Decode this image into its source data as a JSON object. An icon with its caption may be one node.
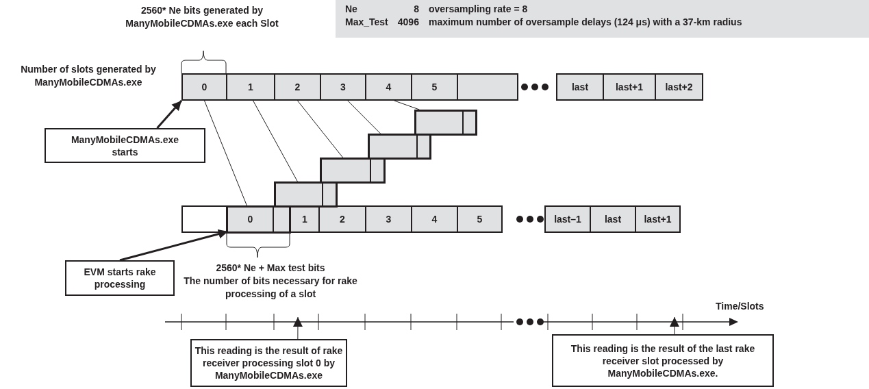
{
  "diagram": {
    "nodes": [
      {
        "text": [
          "Ne",
          "8",
          "oversampling rate = 8",
          "Max_Test",
          "4096",
          "maximum number of oversample delays (124 μs) with a 37-km radius"
        ]
      },
      {
        "text": [
          "0"
        ]
      },
      {
        "text": [
          "1"
        ]
      },
      {
        "text": [
          "2"
        ]
      },
      {
        "text": [
          "3"
        ]
      },
      {
        "text": [
          "4"
        ]
      },
      {
        "text": [
          "5"
        ]
      },
      {
        "text": [],
        "shape": "box"
      },
      {
        "text": [
          "last"
        ]
      },
      {
        "text": [
          "last+1"
        ]
      },
      {
        "text": [
          "last+2"
        ]
      },
      {
        "text": [
          "ManyMobileCDMAs.exe starts"
        ]
      },
      {
        "text": [],
        "shape": "box"
      },
      {
        "text": [],
        "shape": "box"
      },
      {
        "text": [],
        "shape": "box"
      },
      {
        "text": [],
        "shape": "box"
      },
      {
        "text": [],
        "shape": "box"
      },
      {
        "text": [],
        "shape": "box"
      },
      {
        "text": [
          "0"
        ],
        "in": 12
      },
      {
        "text": [
          "1"
        ]
      },
      {
        "text": [
          "2"
        ]
      },
      {
        "text": [
          "3"
        ]
      },
      {
        "text": [
          "4"
        ]
      },
      {
        "text": [
          "5"
        ]
      },
      {
        "text": [
          "last–1"
        ]
      },
      {
        "text": [
          "last"
        ]
      },
      {
        "text": [
          "last+1"
        ]
      },
      {
        "text": [
          "EVM starts rake processing"
        ]
      },
      {
        "text": [
          "This reading is the result of rake receiver processing slot 0 by ManyMobileCDMAs.exe"
        ]
      },
      {
        "text": [
          "This reading is the result of the last rake receiver slot processed by ManyMobileCDMAs.exe."
        ]
      }
    ],
    "edges": [
      {
        "from": 11,
        "to": 1,
        "arrow": "to",
        "style": "thick"
      },
      {
        "from": 1,
        "to": 12,
        "arrow": "none"
      },
      {
        "from": 2,
        "to": 13,
        "arrow": "none"
      },
      {
        "from": 3,
        "to": 14,
        "arrow": "none"
      },
      {
        "from": 4,
        "to": 15,
        "arrow": "none"
      },
      {
        "from": 5,
        "to": 16,
        "arrow": "none"
      },
      {
        "from": 27,
        "to": 18,
        "arrow": "to",
        "style": "thick"
      },
      {
        "from": 28,
        "to": null,
        "arrow": "to"
      },
      {
        "from": 29,
        "to": null,
        "arrow": "to"
      }
    ],
    "labels": [
      "2560* Ne bits generated by ManyMobileCDMAs.exe each Slot",
      "Number of slots generated by ManyMobileCDMAs.exe",
      "2560* Ne + Max test bits",
      "The number of bits necessary for rake processing of a slot",
      "Time/Slots"
    ]
  }
}
